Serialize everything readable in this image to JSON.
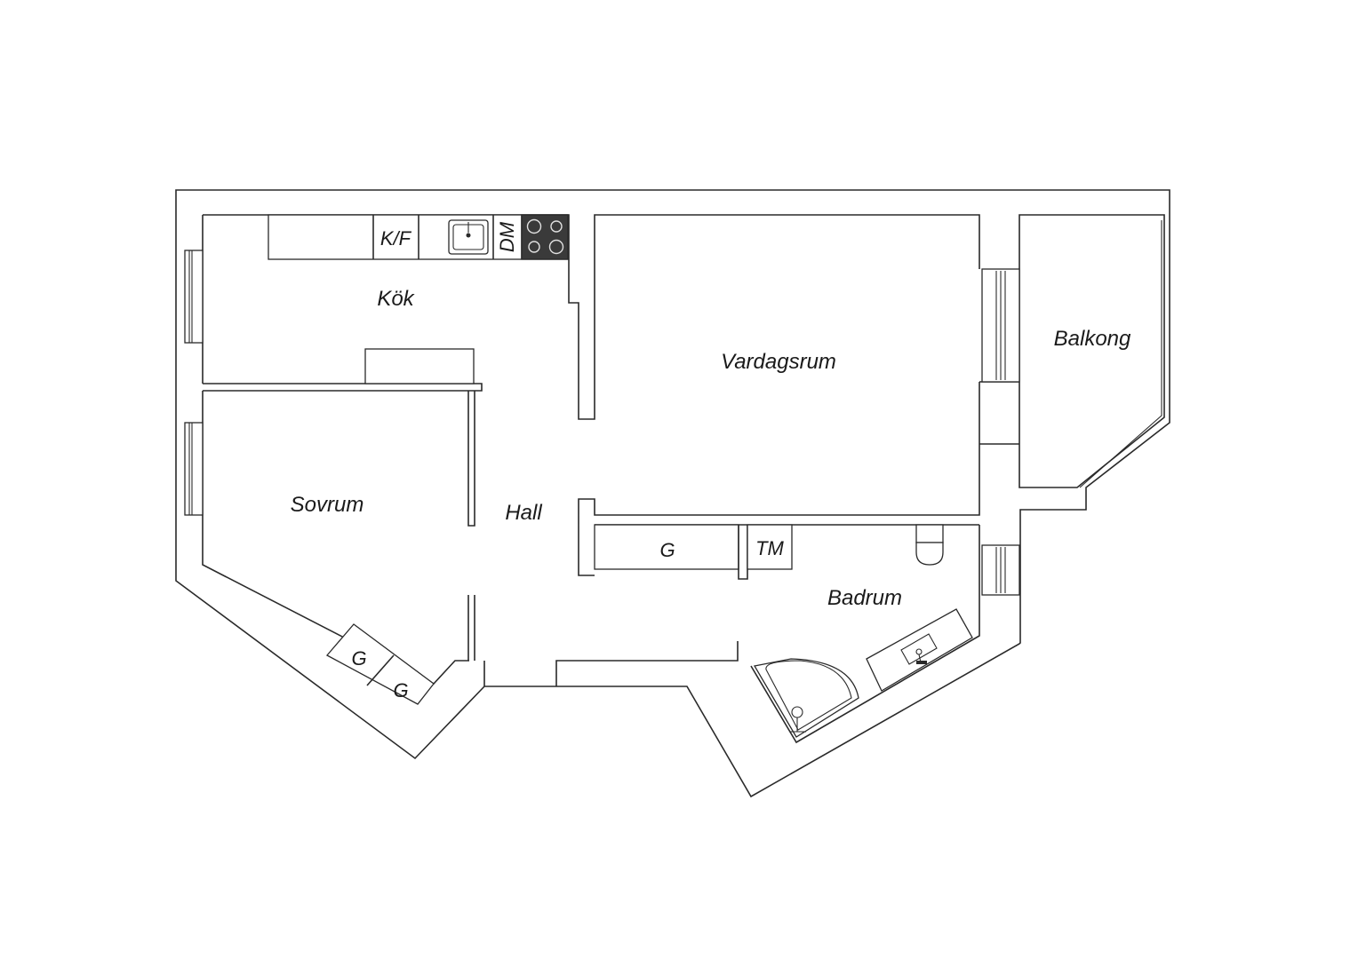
{
  "rooms": {
    "kitchen": "Kök",
    "living_room": "Vardagsrum",
    "balcony": "Balkong",
    "bedroom": "Sovrum",
    "hall": "Hall",
    "bathroom": "Badrum"
  },
  "fixtures": {
    "fridge_freezer": "K/F",
    "dishwasher": "DM",
    "hall_wardrobe": "G",
    "washing_machine": "TM",
    "bedroom_wardrobe_1": "G",
    "bedroom_wardrobe_2": "G"
  },
  "colors": {
    "line": "#2a2a2a",
    "background": "#ffffff",
    "stove": "#3a3a3a"
  }
}
